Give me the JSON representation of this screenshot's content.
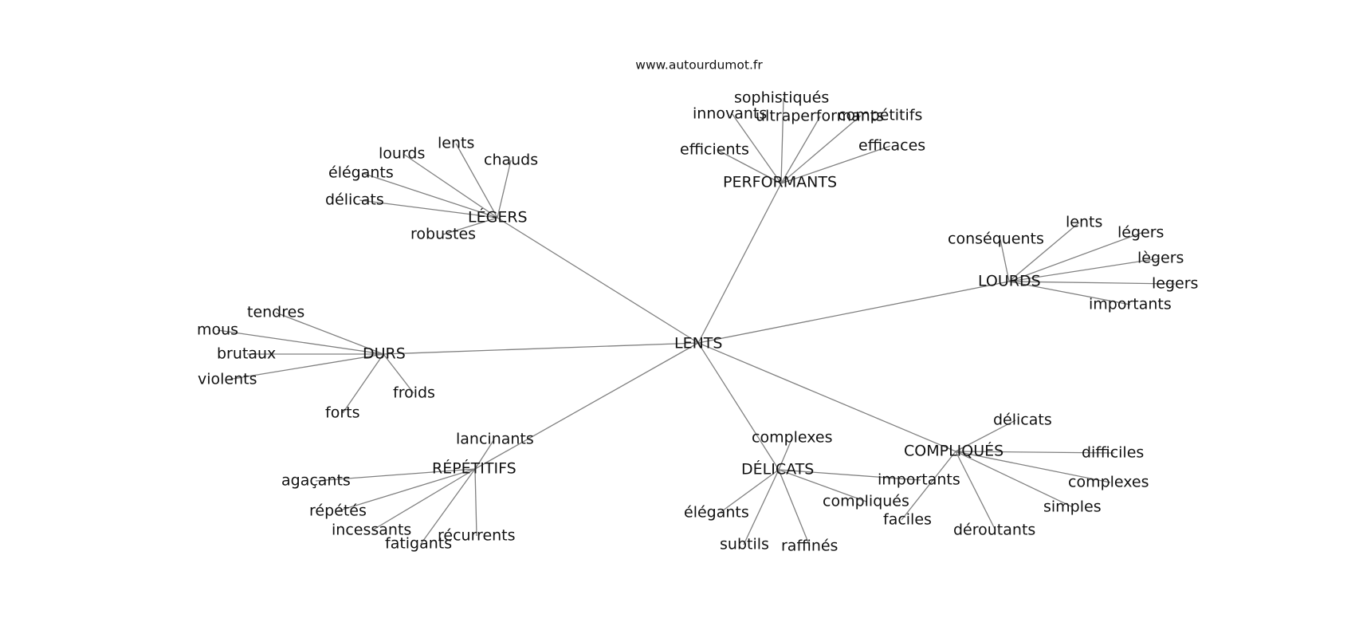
{
  "source": "www.autourdumot.fr",
  "center": "LENTS",
  "groups": [
    {
      "hub": "PERFORMANTS",
      "words": [
        "sophistiqués",
        "innovants",
        "ultraperformants",
        "compétitifs",
        "efficients",
        "efficaces"
      ]
    },
    {
      "hub": "LÉGERS",
      "words": [
        "lents",
        "lourds",
        "chauds",
        "élégants",
        "délicats",
        "robustes"
      ]
    },
    {
      "hub": "LOURDS",
      "words": [
        "conséquents",
        "lents",
        "légers",
        "lègers",
        "legers",
        "importants"
      ]
    },
    {
      "hub": "DURS",
      "words": [
        "tendres",
        "mous",
        "brutaux",
        "violents",
        "froids",
        "forts"
      ]
    },
    {
      "hub": "RÉPÉTITIFS",
      "words": [
        "lancinants",
        "agaçants",
        "répétés",
        "incessants",
        "fatigants",
        "récurrents"
      ]
    },
    {
      "hub": "DÉLICATS",
      "words": [
        "complexes",
        "importants",
        "compliqués",
        "élégants",
        "subtils",
        "raffinés"
      ]
    },
    {
      "hub": "COMPLIQUÉS",
      "words": [
        "délicats",
        "difficiles",
        "complexes",
        "simples",
        "faciles",
        "déroutants"
      ]
    }
  ]
}
